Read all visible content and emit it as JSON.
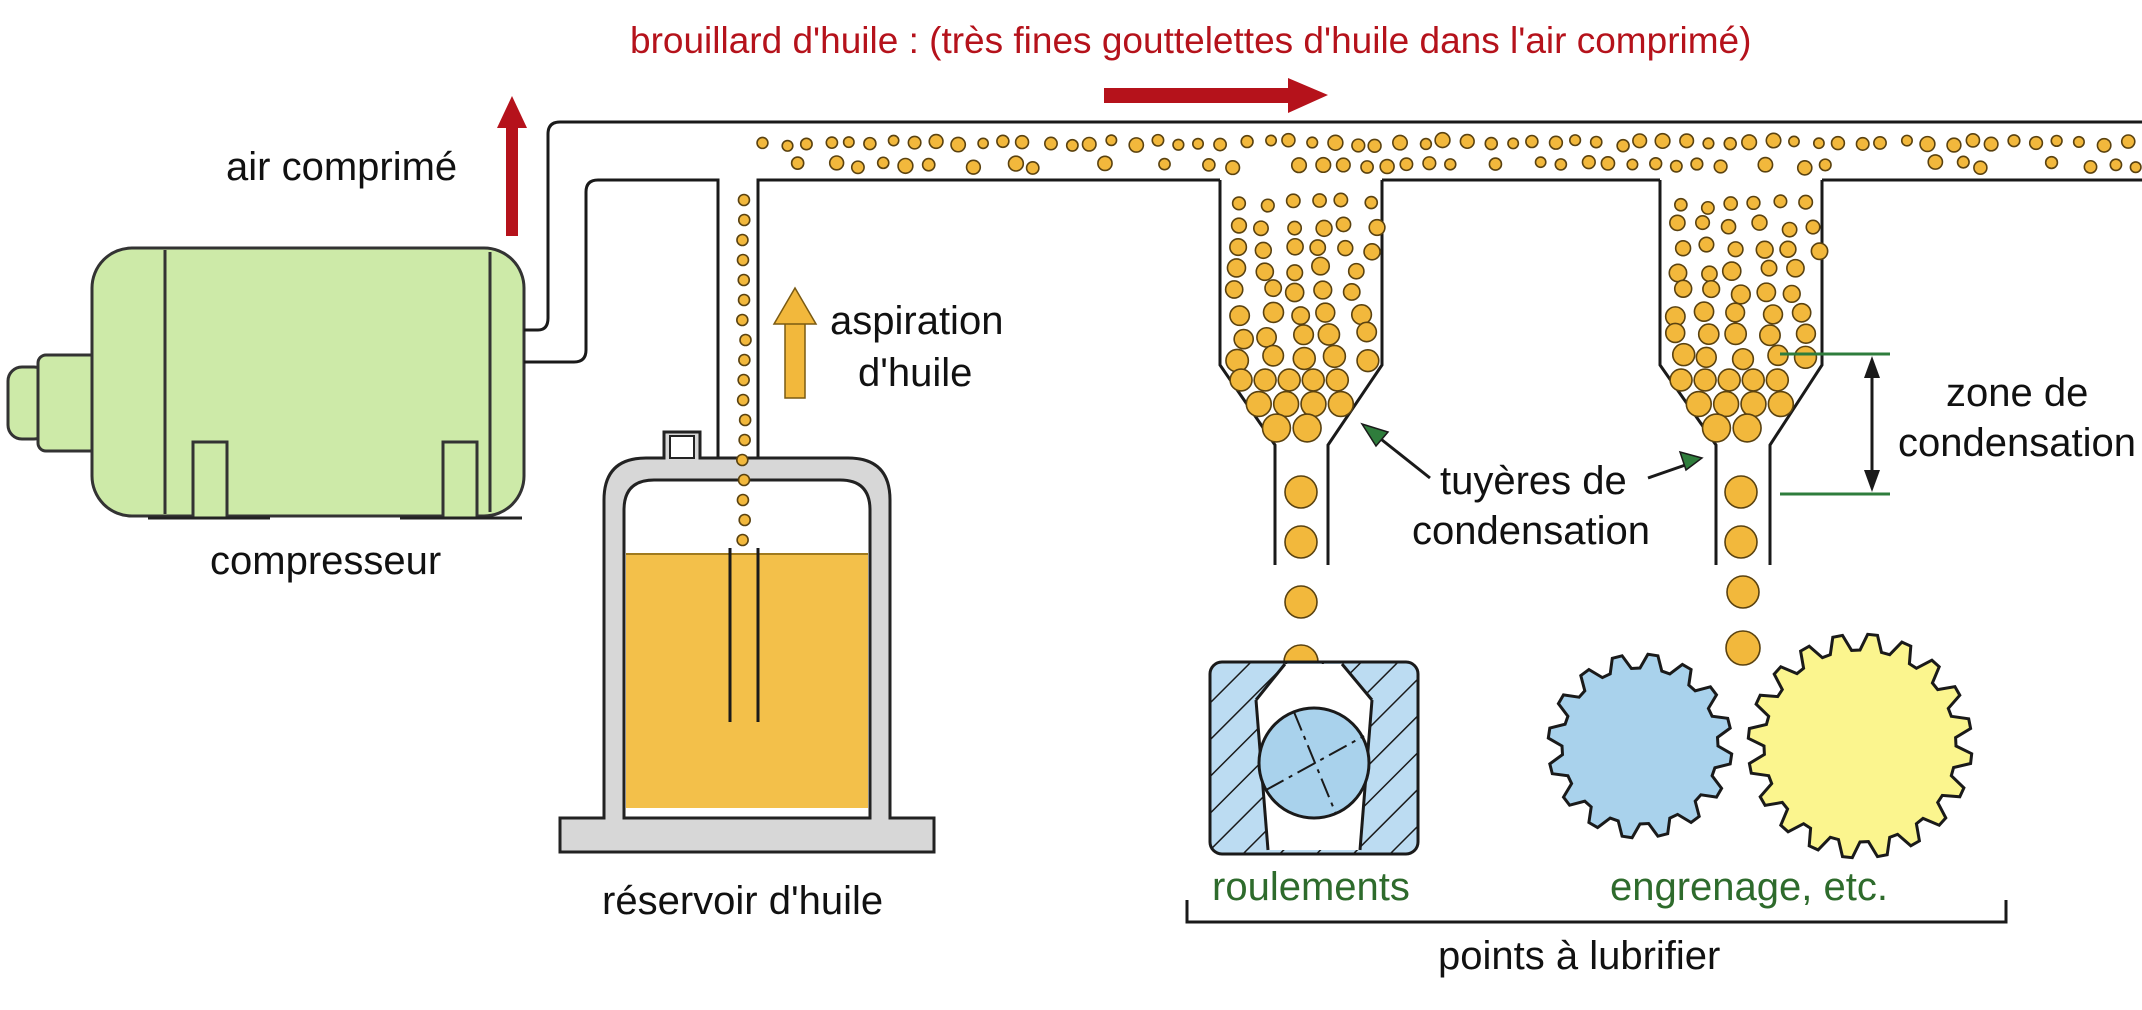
{
  "header": {
    "mist_label": "brouillard d'huile : (très fines gouttelettes d'huile dans l'air comprimé)"
  },
  "labels": {
    "compressed_air": "air comprimé",
    "compressor": "compresseur",
    "oil_suction_line1": "aspiration",
    "oil_suction_line2": "d'huile",
    "oil_tank": "réservoir d'huile",
    "nozzles_line1": "tuyères de",
    "nozzles_line2": "condensation",
    "zone_line1": "zone de",
    "zone_line2": "condensation",
    "bearings": "roulements",
    "gears": "engrenage, etc.",
    "lubrication_points": "points à lubrifier"
  },
  "colors": {
    "accent_red": "#b5121b",
    "oil_droplet": "#f2b83c",
    "oil_fill": "#f3c04a",
    "compressor_green": "#cdeaa8",
    "bearing_blue": "#a9d2ec",
    "gear_yellow": "#fbf58e",
    "label_green": "#2e6b2c",
    "pointer_green": "#2f7d3c"
  }
}
